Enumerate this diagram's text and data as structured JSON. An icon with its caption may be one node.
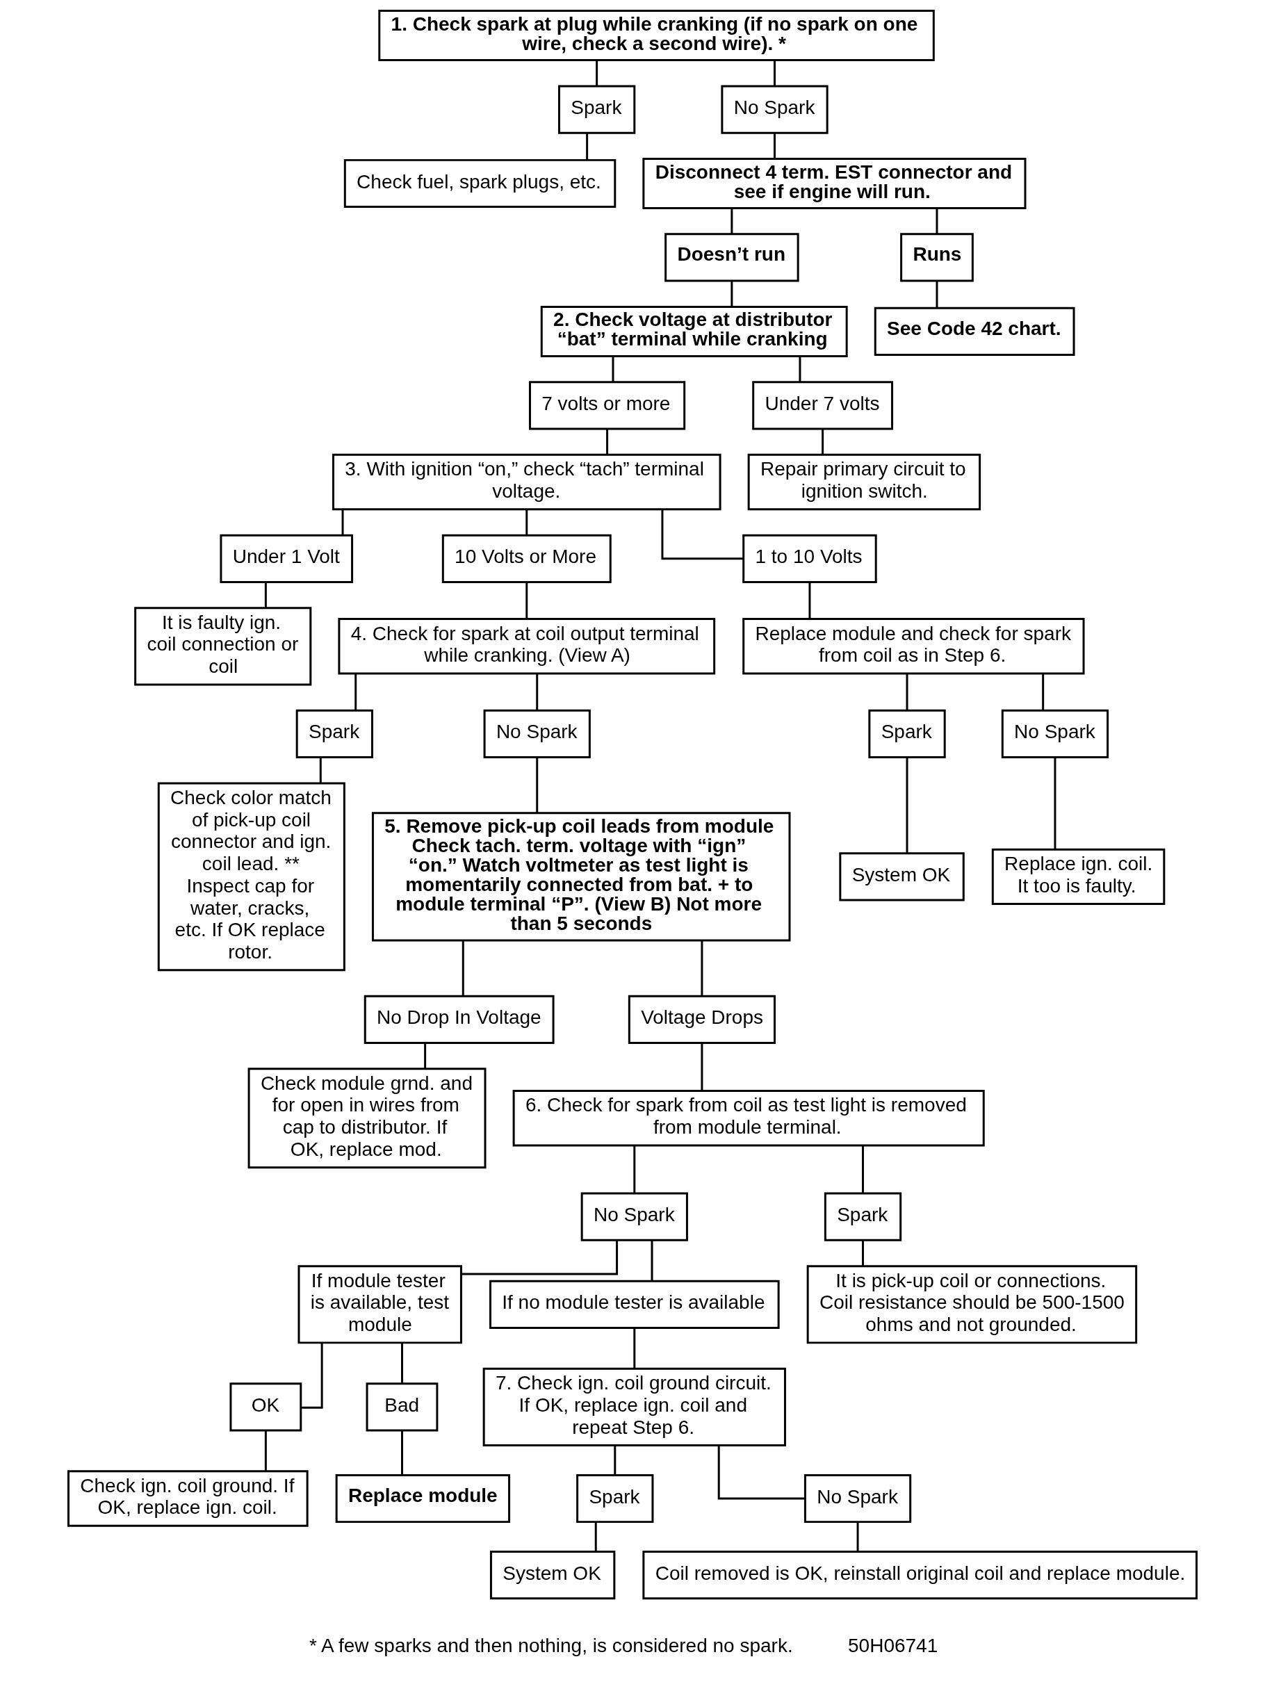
{
  "diagram": {
    "nodes": [
      {
        "text": [
          "1. Check spark at plug while cranking (if no spark on one wire, check a second wire). *"
        ]
      },
      {
        "text": [
          "Spark"
        ]
      },
      {
        "text": [
          "No Spark"
        ]
      },
      {
        "text": [
          "Check fuel, spark plugs, etc."
        ]
      },
      {
        "text": [
          "Disconnect 4 term. EST connector and see if engine will run."
        ]
      },
      {
        "text": [
          "Doesn’t run"
        ]
      },
      {
        "text": [
          "Runs"
        ]
      },
      {
        "text": [
          "2. Check voltage at distributor “bat” terminal while cranking"
        ]
      },
      {
        "text": [
          "See Code 42 chart."
        ]
      },
      {
        "text": [
          "7 volts or more"
        ]
      },
      {
        "text": [
          "Under 7 volts"
        ]
      },
      {
        "text": [
          "3. With ignition “on,” check “tach” terminal voltage."
        ]
      },
      {
        "text": [
          "Repair primary circuit to ignition switch."
        ]
      },
      {
        "text": [
          "Under 1 Volt"
        ]
      },
      {
        "text": [
          "10 Volts or More"
        ]
      },
      {
        "text": [
          "1 to 10 Volts"
        ]
      },
      {
        "text": [
          "It is faulty ign. coil connection or coil"
        ]
      },
      {
        "text": [
          "4. Check for spark at coil output terminal while cranking. (View A)"
        ]
      },
      {
        "text": [
          "Replace module and check for spark from coil as in Step 6."
        ]
      },
      {
        "text": [
          "Spark"
        ]
      },
      {
        "text": [
          "No Spark"
        ]
      },
      {
        "text": [
          "Spark"
        ]
      },
      {
        "text": [
          "No Spark"
        ]
      },
      {
        "text": [
          "Check color match of pick-up coil connector and ign. coil lead. ** Inspect cap for water, cracks, etc. If OK replace rotor."
        ]
      },
      {
        "text": [
          "5. Remove pick-up coil leads from module Check tach. term. voltage with “ign” “on.” Watch voltmeter as test light is momentarily connected from bat. + to module terminal “P”. (View B) Not more than 5 seconds"
        ]
      },
      {
        "text": [
          "System OK"
        ]
      },
      {
        "text": [
          "Replace ign. coil. It too is faulty."
        ]
      },
      {
        "text": [
          "No Drop In Voltage"
        ]
      },
      {
        "text": [
          "Voltage Drops"
        ]
      },
      {
        "text": [
          "Check module grnd. and for open in wires from cap to distributor. If OK, replace mod."
        ]
      },
      {
        "text": [
          "6. Check for spark from coil as test light is removed from module terminal."
        ]
      },
      {
        "text": [
          "No Spark"
        ]
      },
      {
        "text": [
          "Spark"
        ]
      },
      {
        "text": [
          "If module tester is available, test module"
        ]
      },
      {
        "text": [
          "If no module tester is available"
        ]
      },
      {
        "text": [
          "It is pick-up coil or connections. Coil resistance should be 500-1500 ohms and not grounded."
        ]
      },
      {
        "text": [
          "7. Check ign. coil ground circuit. If OK, replace ign. coil and repeat Step 6."
        ]
      },
      {
        "text": [
          "OK"
        ]
      },
      {
        "text": [
          "Bad"
        ]
      },
      {
        "text": [
          "Replace module"
        ]
      },
      {
        "text": [
          "Spark"
        ]
      },
      {
        "text": [
          "No Spark"
        ]
      },
      {
        "text": [
          "Check ign. coil ground. If OK, replace ign. coil."
        ]
      },
      {
        "text": [
          "System OK"
        ]
      },
      {
        "text": [
          "Coil removed is OK, reinstall original coil and replace module."
        ]
      }
    ],
    "edges": [
      {
        "from": 0,
        "to": 1,
        "arrow": "none"
      },
      {
        "from": 0,
        "to": 2,
        "arrow": "none"
      },
      {
        "from": 1,
        "to": 3,
        "arrow": "none"
      },
      {
        "from": 2,
        "to": 4,
        "arrow": "none"
      },
      {
        "from": 4,
        "to": 5,
        "arrow": "none"
      },
      {
        "from": 4,
        "to": 6,
        "arrow": "none"
      },
      {
        "from": 5,
        "to": 7,
        "arrow": "none"
      },
      {
        "from": 6,
        "to": 8,
        "arrow": "none"
      },
      {
        "from": 7,
        "to": 9,
        "arrow": "none"
      },
      {
        "from": 7,
        "to": 10,
        "arrow": "none"
      },
      {
        "from": 9,
        "to": 11,
        "arrow": "none"
      },
      {
        "from": 10,
        "to": 12,
        "arrow": "none"
      },
      {
        "from": 11,
        "to": 13,
        "arrow": "none"
      },
      {
        "from": 11,
        "to": 14,
        "arrow": "none"
      },
      {
        "from": 11,
        "to": 15,
        "arrow": "none"
      },
      {
        "from": 13,
        "to": 16,
        "arrow": "none"
      },
      {
        "from": 14,
        "to": 17,
        "arrow": "none"
      },
      {
        "from": 15,
        "to": 18,
        "arrow": "none"
      },
      {
        "from": 17,
        "to": 19,
        "arrow": "none"
      },
      {
        "from": 17,
        "to": 20,
        "arrow": "none"
      },
      {
        "from": 18,
        "to": 21,
        "arrow": "none"
      },
      {
        "from": 18,
        "to": 22,
        "arrow": "none"
      },
      {
        "from": 19,
        "to": 23,
        "arrow": "none"
      },
      {
        "from": 20,
        "to": 24,
        "arrow": "none"
      },
      {
        "from": 21,
        "to": 25,
        "arrow": "none"
      },
      {
        "from": 22,
        "to": 26,
        "arrow": "none"
      },
      {
        "from": 24,
        "to": 27,
        "arrow": "none"
      },
      {
        "from": 24,
        "to": 28,
        "arrow": "none"
      },
      {
        "from": 27,
        "to": 29,
        "arrow": "none"
      },
      {
        "from": 28,
        "to": 30,
        "arrow": "none"
      },
      {
        "from": 30,
        "to": 31,
        "arrow": "none"
      },
      {
        "from": 30,
        "to": 32,
        "arrow": "none"
      },
      {
        "from": 31,
        "to": 33,
        "arrow": "none"
      },
      {
        "from": 31,
        "to": 34,
        "arrow": "none"
      },
      {
        "from": 32,
        "to": 35,
        "arrow": "none"
      },
      {
        "from": 34,
        "to": 36,
        "arrow": "none"
      },
      {
        "from": 33,
        "to": 37,
        "arrow": "none"
      },
      {
        "from": 33,
        "to": 38,
        "arrow": "none"
      },
      {
        "from": 38,
        "to": 39,
        "arrow": "none"
      },
      {
        "from": 37,
        "to": 42,
        "arrow": "none"
      },
      {
        "from": 36,
        "to": 40,
        "arrow": "none"
      },
      {
        "from": 36,
        "to": 41,
        "arrow": "none"
      },
      {
        "from": 40,
        "to": 43,
        "arrow": "none"
      },
      {
        "from": 41,
        "to": 44,
        "arrow": "none"
      }
    ],
    "labels": [
      "* A few sparks and then nothing, is considered no spark.",
      "50H06741"
    ]
  }
}
